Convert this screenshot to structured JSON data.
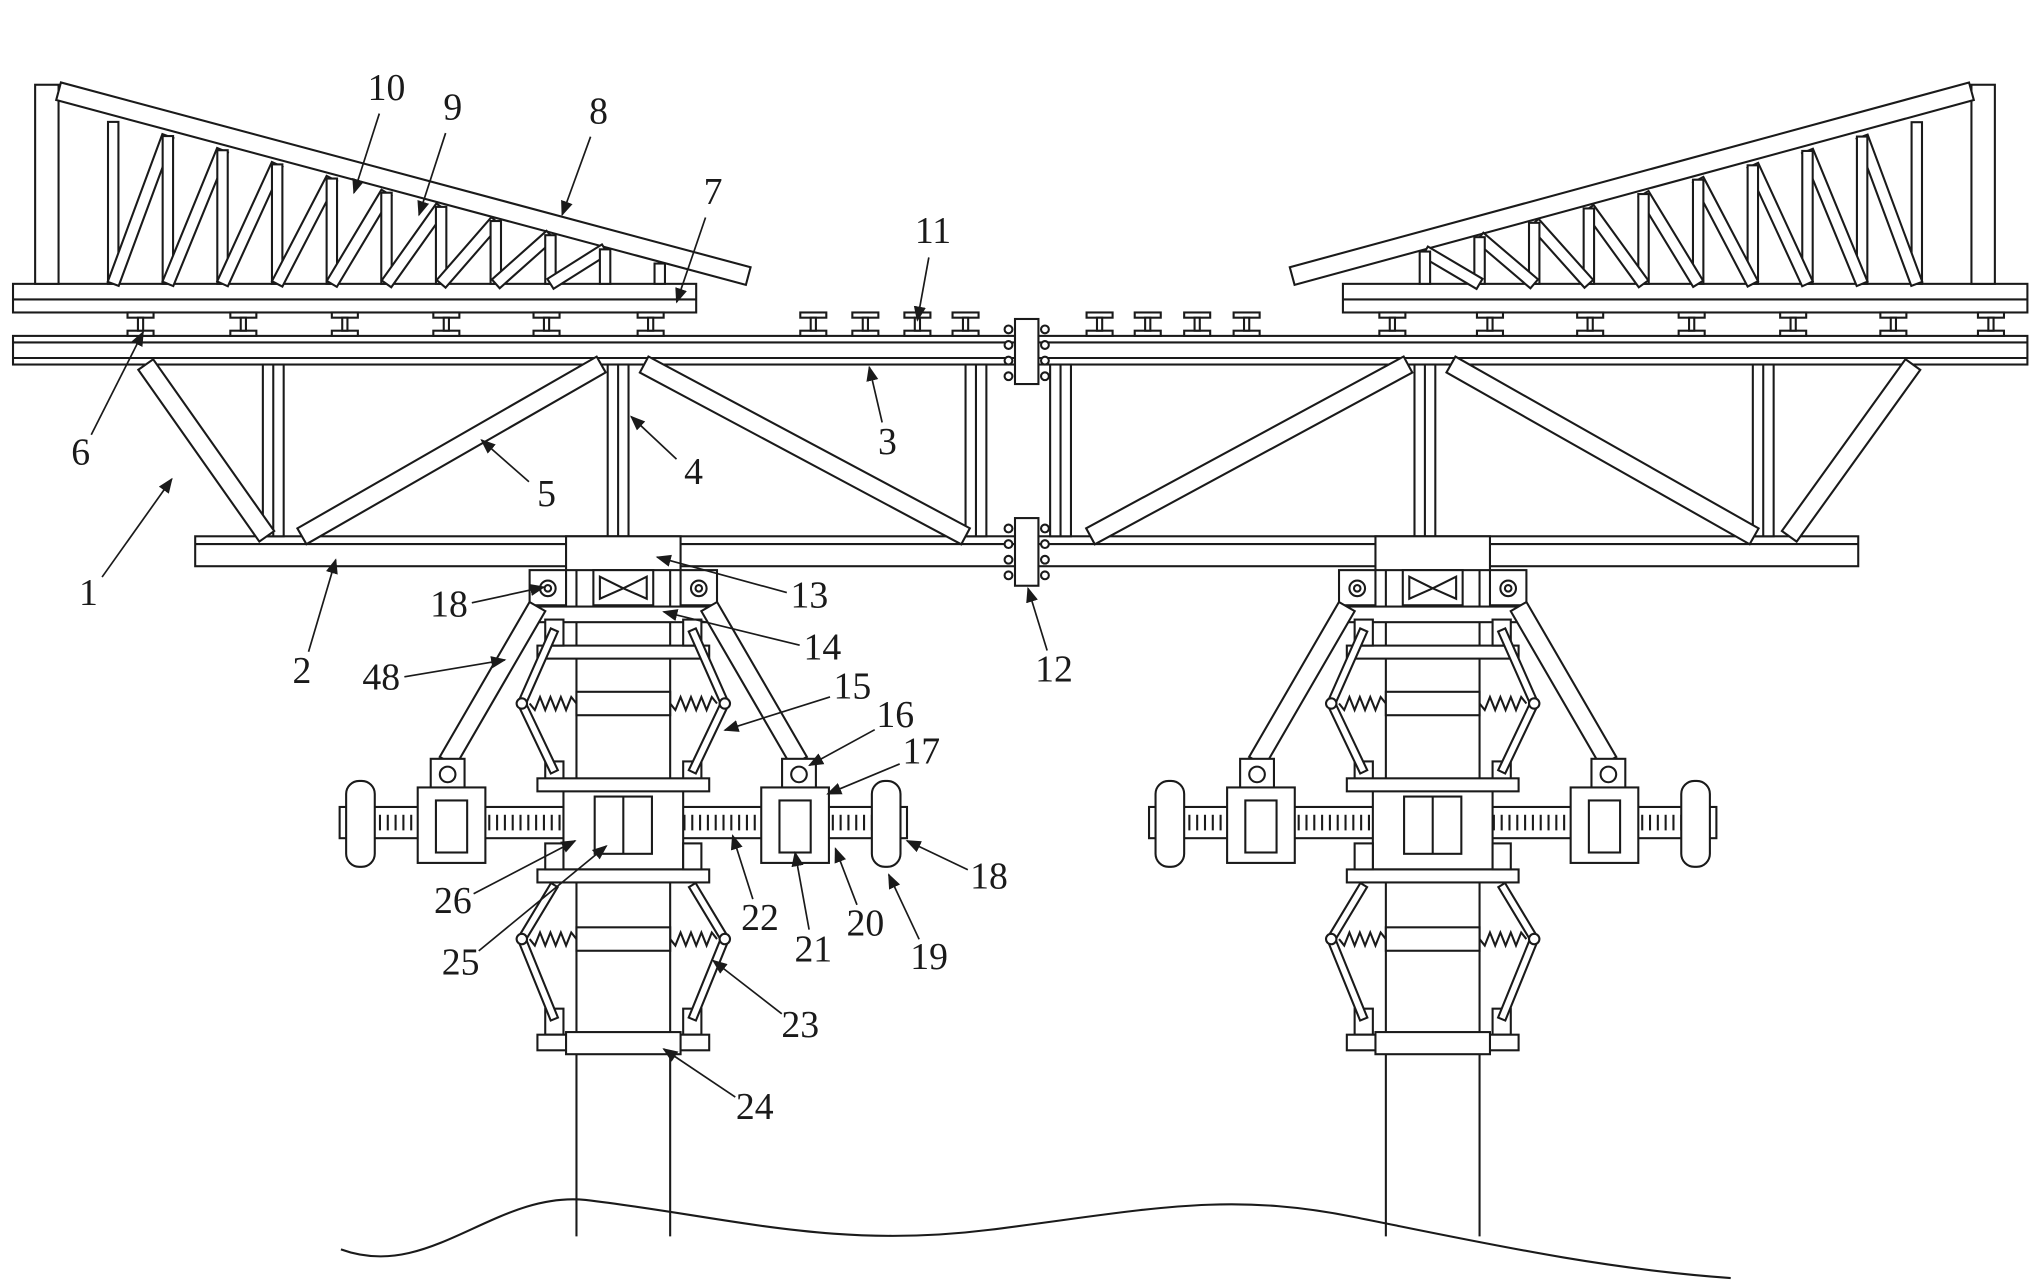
{
  "figure": {
    "type": "patent-drawing",
    "labels": [
      "10",
      "9",
      "8",
      "7",
      "11",
      "6",
      "5",
      "4",
      "3",
      "1",
      "2",
      "48",
      "18",
      "13",
      "14",
      "12",
      "15",
      "16",
      "17",
      "18",
      "19",
      "20",
      "21",
      "22",
      "23",
      "24",
      "25",
      "26"
    ]
  }
}
